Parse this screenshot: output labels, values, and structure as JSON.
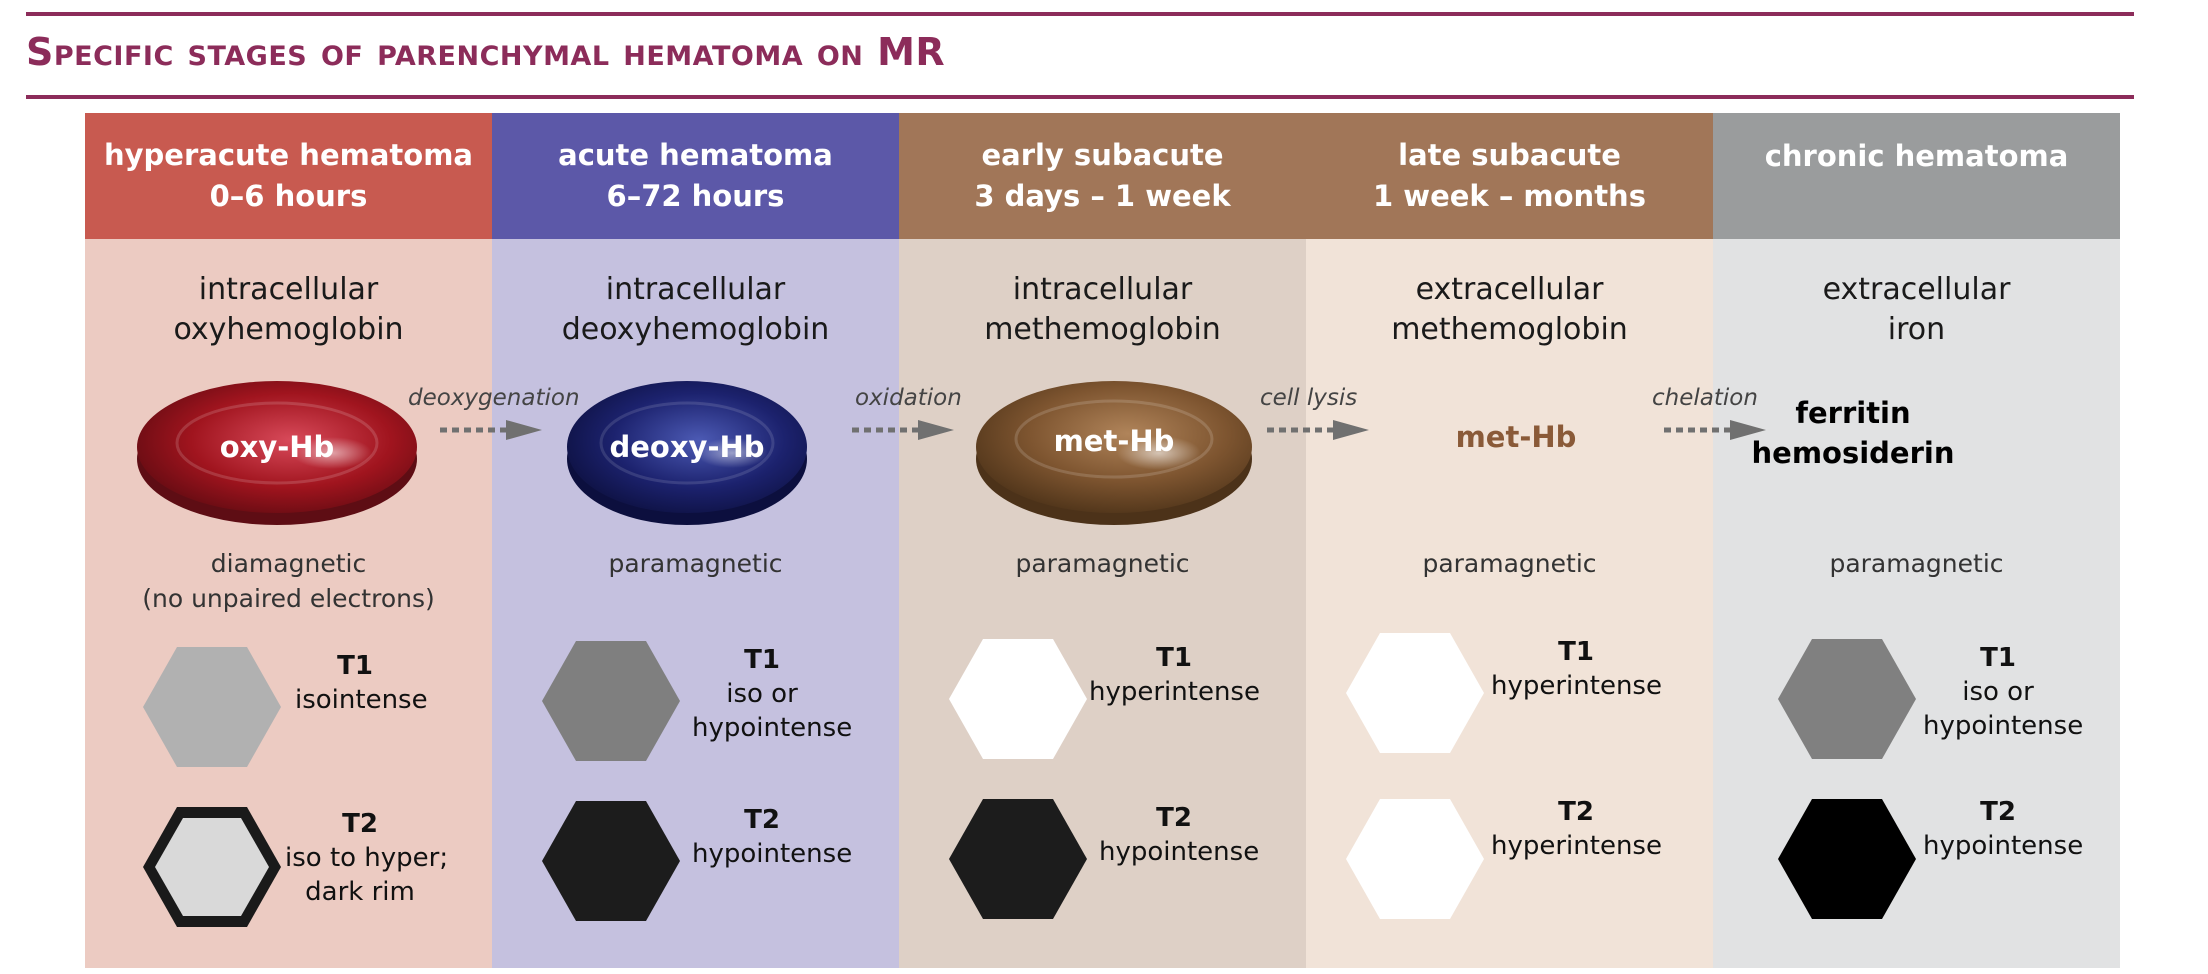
{
  "title": "Specific stages of parenchymal hematoma on MR",
  "colors": {
    "title": "#8c2c5a",
    "hyperacute_header": "#c85a50",
    "hyperacute_bg": "#eccbc2",
    "acute_header": "#5c58a8",
    "acute_bg": "#c5c1df",
    "early_subacute_header": "#a17658",
    "early_subacute_bg": "#ded0c6",
    "late_subacute_header": "#a17658",
    "late_subacute_bg": "#f1e3d8",
    "chronic_header": "#9a9c9d",
    "chronic_bg": "#e1e2e3"
  },
  "stages": [
    {
      "name": "hyperacute hematoma",
      "time": "0–6 hours",
      "compound": [
        "intracellular",
        "oxyhemoglobin"
      ],
      "molecule": "oxy-Hb",
      "magnetism": [
        "diamagnetic",
        "(no unpaired electrons)"
      ],
      "t1": {
        "label": "T1",
        "signal": [
          "isointense"
        ]
      },
      "t2": {
        "label": "T2",
        "signal": [
          "iso to hyper;",
          "dark rim"
        ]
      }
    },
    {
      "name": "acute hematoma",
      "time": "6–72 hours",
      "compound": [
        "intracellular",
        "deoxyhemoglobin"
      ],
      "molecule": "deoxy-Hb",
      "magnetism": [
        "paramagnetic"
      ],
      "t1": {
        "label": "T1",
        "signal": [
          "iso or",
          "hypointense"
        ]
      },
      "t2": {
        "label": "T2",
        "signal": [
          "hypointense"
        ]
      }
    },
    {
      "name": "early subacute",
      "time": "3 days – 1 week",
      "compound": [
        "intracellular",
        "methemoglobin"
      ],
      "molecule": "met-Hb",
      "magnetism": [
        "paramagnetic"
      ],
      "t1": {
        "label": "T1",
        "signal": [
          "hyperintense"
        ]
      },
      "t2": {
        "label": "T2",
        "signal": [
          "hypointense"
        ]
      }
    },
    {
      "name": "late subacute",
      "time": "1 week – months",
      "compound": [
        "extracellular",
        "methemoglobin"
      ],
      "molecule": "met-Hb",
      "magnetism": [
        "paramagnetic"
      ],
      "t1": {
        "label": "T1",
        "signal": [
          "hyperintense"
        ]
      },
      "t2": {
        "label": "T2",
        "signal": [
          "hyperintense"
        ]
      }
    },
    {
      "name": "chronic hematoma",
      "time": "",
      "compound": [
        "extracellular",
        "iron"
      ],
      "molecule": [
        "ferritin",
        "hemosiderin"
      ],
      "magnetism": [
        "paramagnetic"
      ],
      "t1": {
        "label": "T1",
        "signal": [
          "iso or",
          "hypointense"
        ]
      },
      "t2": {
        "label": "T2",
        "signal": [
          "hypointense"
        ]
      }
    }
  ],
  "transitions": [
    "deoxygenation",
    "oxidation",
    "cell lysis",
    "chelation"
  ]
}
